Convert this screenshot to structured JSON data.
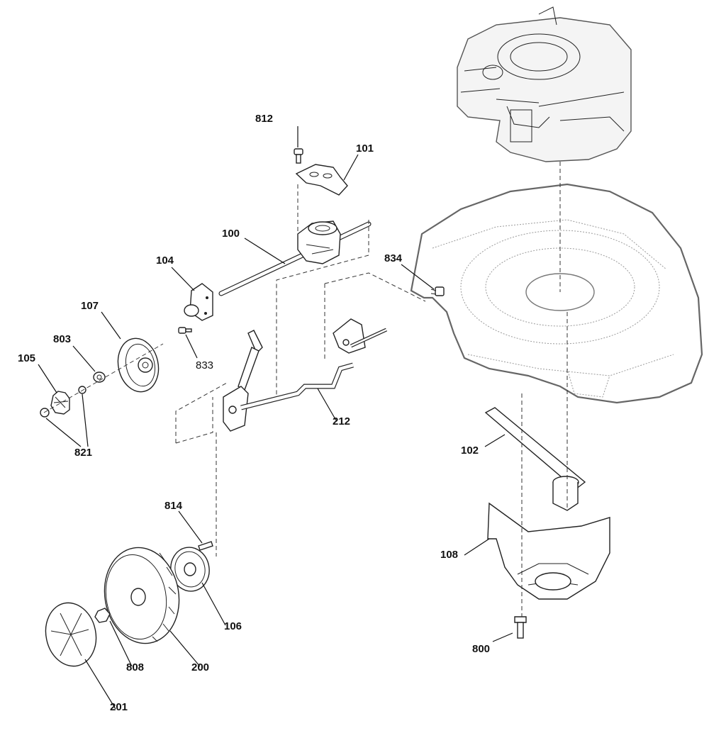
{
  "parts": {
    "p100": "100",
    "p101": "101",
    "p102": "102",
    "p104": "104",
    "p105": "105",
    "p106": "106",
    "p107": "107",
    "p108": "108",
    "p200": "200",
    "p201": "201",
    "p212": "212",
    "p800": "800",
    "p803": "803",
    "p808": "808",
    "p812": "812",
    "p814": "814",
    "p821": "821",
    "p833": "833",
    "p834": "834"
  }
}
